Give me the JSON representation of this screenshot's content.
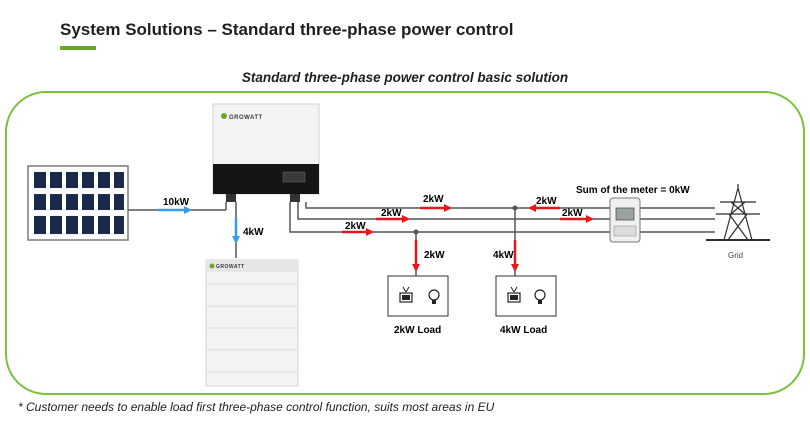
{
  "header": {
    "title": "System Solutions – Standard three-phase power control"
  },
  "diagram": {
    "subtitle": "Standard three-phase power control basic solution",
    "components": {
      "inverter_brand": "GROWATT",
      "battery_brand": "GROWATT",
      "grid_label": "Grid",
      "meter_caption": "Sum of the meter = 0kW"
    },
    "flows": {
      "pv_to_inverter": "10kW",
      "inverter_to_battery": "4kW",
      "line1_left": "2kW",
      "line1_right": "2kW",
      "line2_left": "2kW",
      "line2_right": "2kW",
      "line3_left": "2kW",
      "to_load1": "2kW",
      "to_load2": "4kW"
    },
    "loads": [
      {
        "label": "2kW Load"
      },
      {
        "label": "4kW Load"
      }
    ],
    "colors": {
      "frame": "#7cc13e",
      "accent_green": "#6aa829",
      "arrow_red": "#e8161b",
      "arrow_blue": "#3d9ae8",
      "wire": "#555555"
    }
  },
  "footnote": "* Customer needs to enable load first three-phase control function, suits most areas in EU"
}
